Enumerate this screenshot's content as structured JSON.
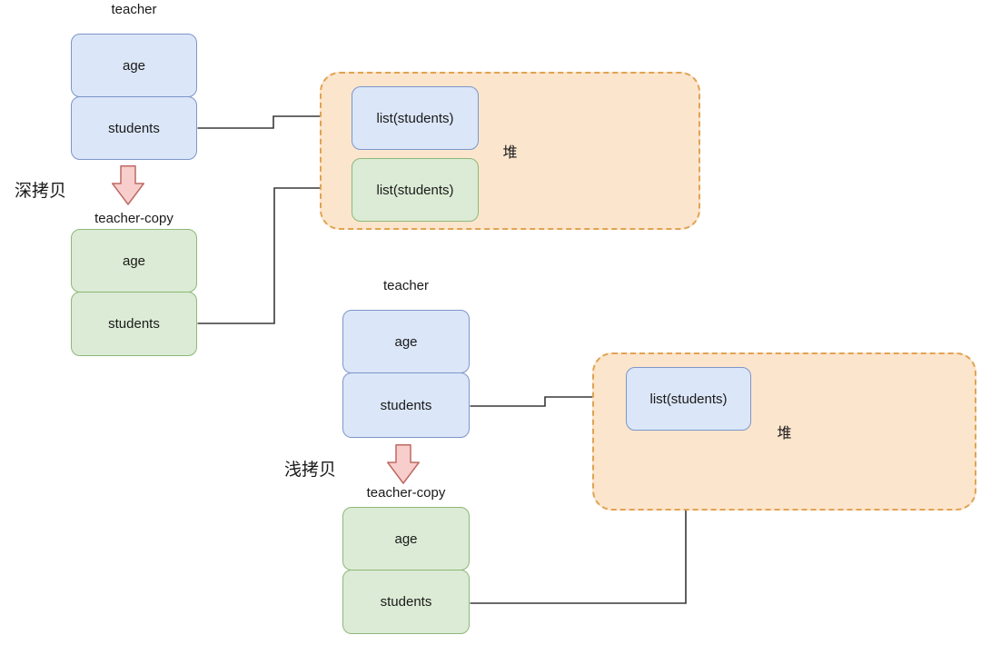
{
  "palette": {
    "node_blue_fill": "#dbe6f8",
    "node_blue_stroke": "#7d96c9",
    "node_green_fill": "#dcebd5",
    "node_green_stroke": "#8db879",
    "heap_fill": "#fce5cd",
    "heap_stroke": "#e0a353",
    "copy_arrow_fill": "#f8cecc",
    "copy_arrow_stroke": "#bd6a62",
    "connector": "#383838",
    "text": "#1a1a1a"
  },
  "sections": [
    {
      "id": "deep-copy",
      "copy_label": "深拷贝",
      "source": {
        "title": "teacher",
        "fields": [
          "age",
          "students"
        ],
        "color": "blue"
      },
      "copy": {
        "title": "teacher-copy",
        "fields": [
          "age",
          "students"
        ],
        "color": "green"
      },
      "heap": {
        "label": "堆",
        "items": [
          {
            "label": "list(students)",
            "color": "blue"
          },
          {
            "label": "list(students)",
            "color": "green"
          }
        ]
      }
    },
    {
      "id": "shallow-copy",
      "copy_label": "浅拷贝",
      "source": {
        "title": "teacher",
        "fields": [
          "age",
          "students"
        ],
        "color": "blue"
      },
      "copy": {
        "title": "teacher-copy",
        "fields": [
          "age",
          "students"
        ],
        "color": "green"
      },
      "heap": {
        "label": "堆",
        "items": [
          {
            "label": "list(students)",
            "color": "blue"
          }
        ]
      }
    }
  ]
}
